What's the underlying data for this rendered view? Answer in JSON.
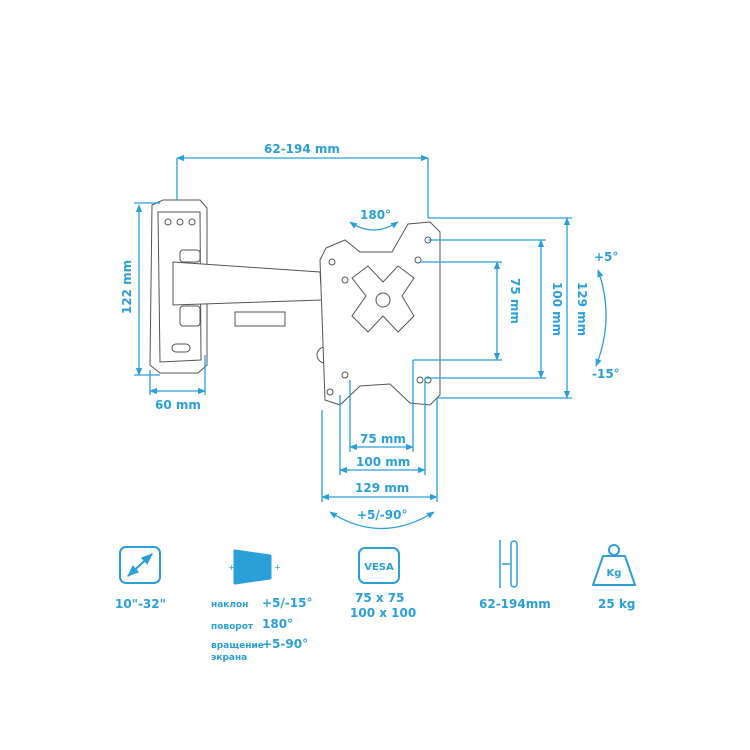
{
  "colors": {
    "accent": "#2a9fd8",
    "line": "#555555"
  },
  "dimensions": {
    "depth_range": "62-194 mm",
    "plate_height": "122 mm",
    "plate_width": "60 mm",
    "swivel": "180°",
    "vesa_v75": "75 mm",
    "vesa_v100": "100 mm",
    "vesa_v129": "129 mm",
    "tilt_up": "+5°",
    "tilt_down": "-15°",
    "vesa_h75": "75 mm",
    "vesa_h100": "100 mm",
    "vesa_h129": "129 mm",
    "rotation": "+5/-90°"
  },
  "specs": {
    "screen_size": {
      "icon": "diagonal-arrow-icon",
      "value": "10\"-32\""
    },
    "adjustments": {
      "icon": "tilt-screen-icon",
      "tilt_label": "наклон",
      "tilt_value": "+5/-15°",
      "swivel_label": "поворот",
      "swivel_value": "180°",
      "rotation_label_1": "вращение",
      "rotation_label_2": "экрана",
      "rotation_value": "+5-90°"
    },
    "vesa": {
      "icon": "vesa-icon",
      "icon_text": "VESA",
      "value_1": "75 x 75",
      "value_2": "100 x 100"
    },
    "wall_distance": {
      "icon": "wall-distance-icon",
      "value": "62-194mm"
    },
    "load": {
      "icon": "weight-icon",
      "icon_text": "Kg",
      "value": "25 kg"
    }
  }
}
